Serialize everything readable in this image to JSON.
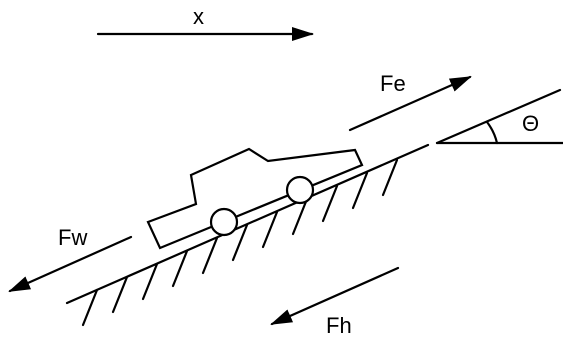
{
  "labels": {
    "x": "x",
    "fe": "Fe",
    "fw": "Fw",
    "fh": "Fh",
    "theta": "Θ"
  },
  "colors": {
    "ink": "#000000",
    "background": "#ffffff"
  }
}
